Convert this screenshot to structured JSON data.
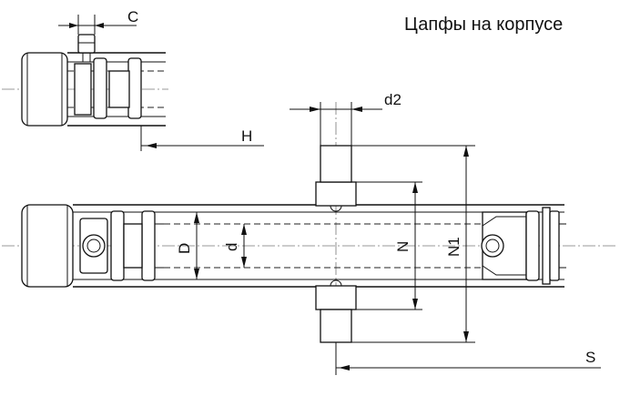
{
  "title": "Цапфы на корпусе",
  "dimensions": {
    "C": "C",
    "d2": "d2",
    "H": "H",
    "D": "D",
    "d": "d",
    "N": "N",
    "N1": "N1",
    "S": "S"
  },
  "colors": {
    "line": "#111111",
    "centerline": "#777777",
    "background": "#ffffff"
  }
}
